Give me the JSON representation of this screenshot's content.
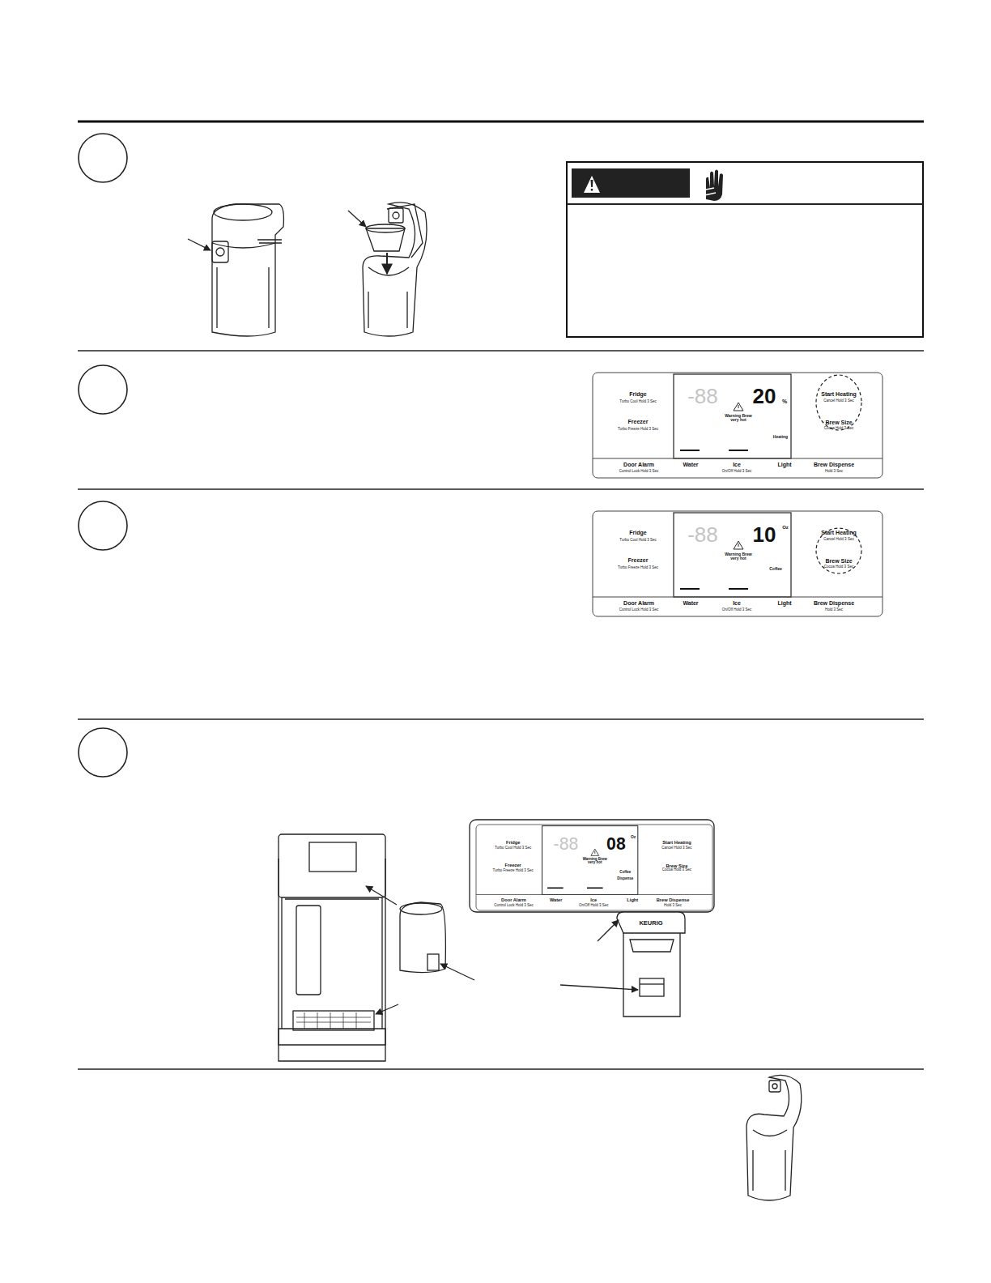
{
  "diagram": {
    "labels": [
      "Fridge",
      "Turbo Cool Hold 3 Sec",
      "Freezer",
      "Turbo Freeze Hold 3 Sec",
      "-88",
      "20",
      "%",
      "Warning Brew very hot",
      "Heating",
      "Start Heating",
      "Cancel Hold 3 Sec",
      "Brew Size",
      "Cocoa Hold 3 Sec",
      "Door Alarm",
      "Control Lock Hold 3 Sec",
      "Water",
      "Ice",
      "On/Off Hold 3 Sec",
      "Light",
      "Brew Dispense",
      "Hold 3 Sec",
      "Fridge",
      "Turbo Cool Hold 3 Sec",
      "Freezer",
      "Turbo Freeze Hold 3 Sec",
      "-88",
      "10",
      "Oz",
      "Warning Brew very hot",
      "Coffee",
      "Start Heating",
      "Cancel Hold 3 Sec",
      "Brew Size",
      "Cocoa Hold 3 Sec",
      "Door Alarm",
      "Control Lock Hold 3 Sec",
      "Water",
      "Ice",
      "On/Off Hold 3 Sec",
      "Light",
      "Brew Dispense",
      "Hold 3 Sec",
      "Fridge",
      "Turbo Cool Hold 3 Sec",
      "Freezer",
      "Turbo Freeze Hold 3 Sec",
      "-88",
      "08",
      "Oz",
      "Warning Brew very hot",
      "Coffee",
      "Dispense",
      "Start Heating",
      "Cancel Hold 3 Sec",
      "Brew Size",
      "Cocoa Hold 3 Sec",
      "Door Alarm",
      "Control Lock Hold 3 Sec",
      "Water",
      "Ice",
      "On/Off Hold 3 Sec",
      "Light",
      "Brew Dispense",
      "Hold 3 Sec",
      "KEURIG"
    ]
  }
}
